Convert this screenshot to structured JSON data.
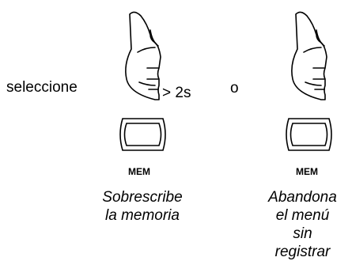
{
  "instruction": {
    "select_label": "seleccione",
    "duration_label": "> 2s",
    "or_label": "o"
  },
  "options": [
    {
      "button_label": "MEM",
      "caption_lines": [
        "Sobrescribe",
        "la memoria"
      ]
    },
    {
      "button_label": "MEM",
      "caption_lines": [
        "Abandona",
        "el menú",
        "sin",
        "registrar"
      ]
    }
  ],
  "icons": {
    "hand": "pointing-hand-icon",
    "button": "mem-button-icon"
  },
  "colors": {
    "ink": "#000000",
    "background": "#ffffff"
  }
}
